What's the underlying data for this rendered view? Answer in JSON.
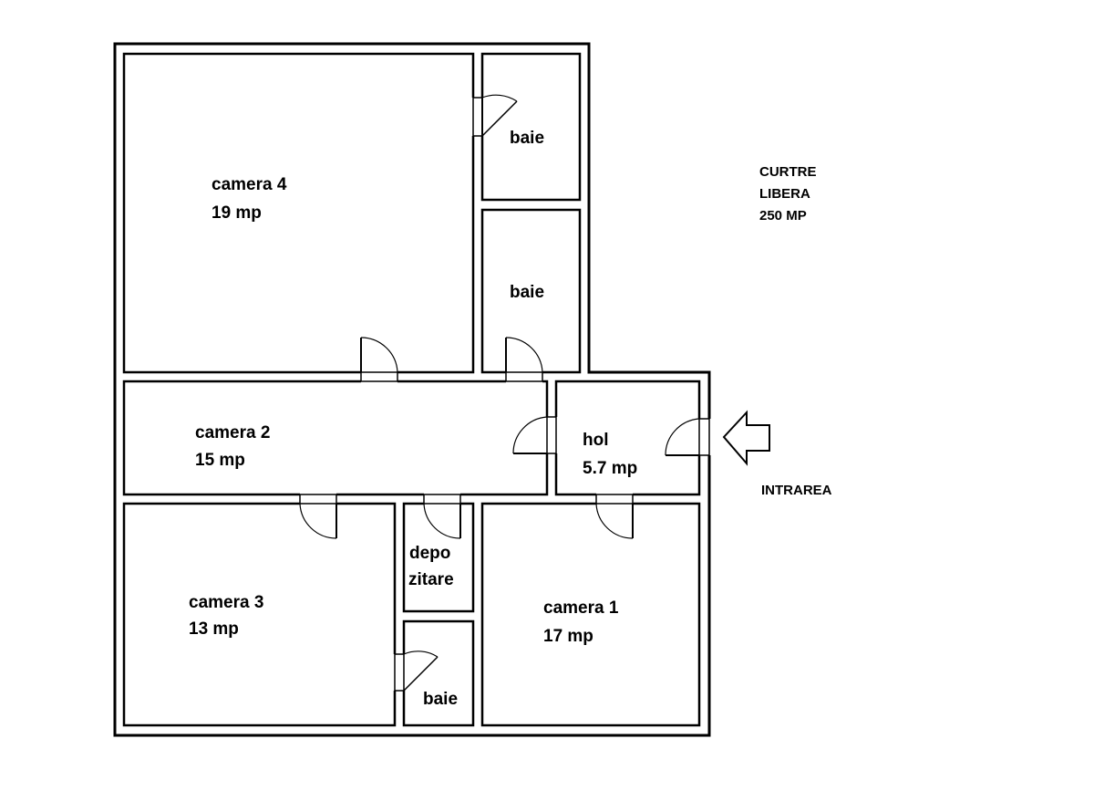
{
  "rooms": {
    "camera4": {
      "name": "camera 4",
      "area": "19 mp"
    },
    "baie_top": {
      "name": "baie"
    },
    "baie_mid": {
      "name": "baie"
    },
    "camera2": {
      "name": "camera 2",
      "area": "15 mp"
    },
    "hol": {
      "name": "hol",
      "area": "5.7 mp"
    },
    "camera3": {
      "name": "camera 3",
      "area": "13 mp"
    },
    "depozitare": {
      "line1": "depo",
      "line2": "zitare"
    },
    "baie_bottom": {
      "name": "baie"
    },
    "camera1": {
      "name": "camera 1",
      "area": "17 mp"
    }
  },
  "exterior": {
    "curte_line1": "CURTRE",
    "curte_line2": "LIBERA",
    "curte_line3": "250 MP",
    "entrance": "INTRAREA"
  },
  "icons": {
    "entrance": "arrow-left-icon",
    "doors": "door-swing-icon"
  },
  "colors": {
    "walls": "#000000",
    "background": "#ffffff"
  }
}
